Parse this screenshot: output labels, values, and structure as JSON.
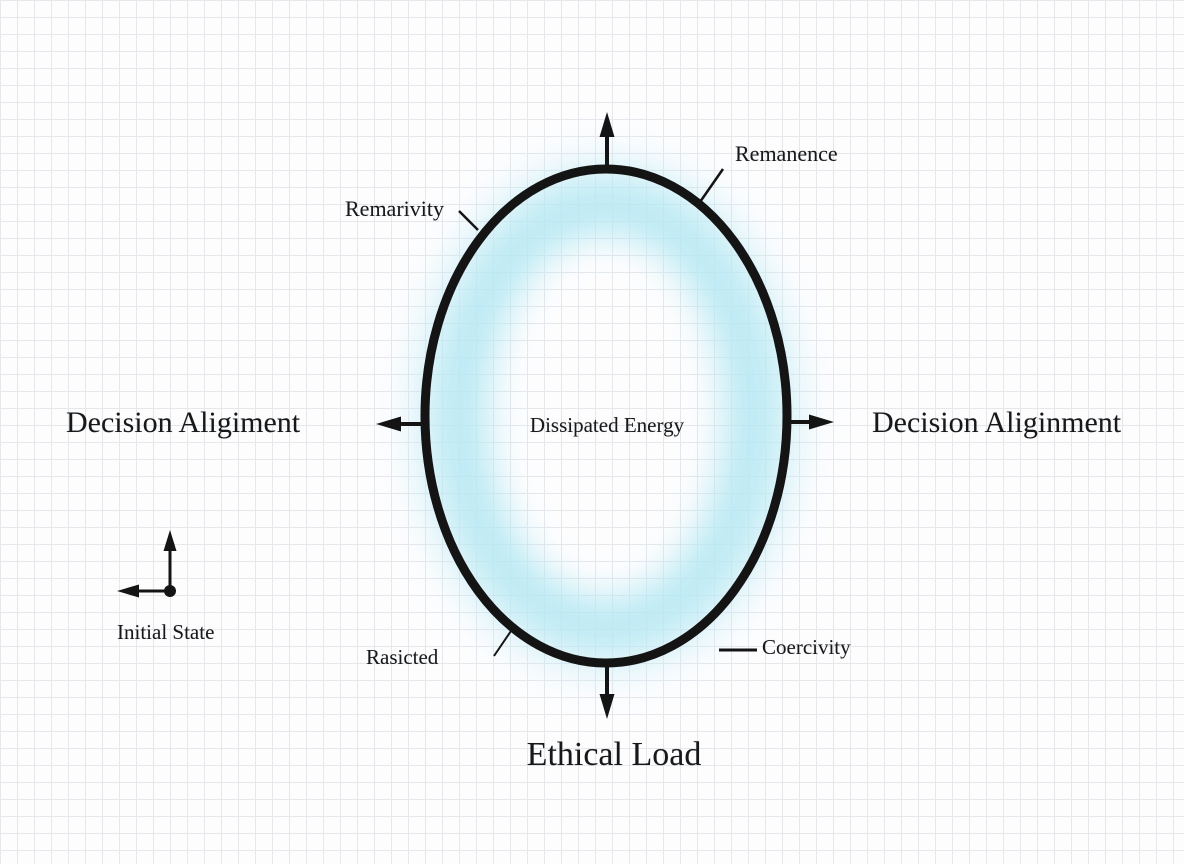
{
  "diagram": {
    "type": "annotated-ellipse-loop-diagram",
    "background": "graph-paper-grid",
    "labels": {
      "remanence": "Remanence",
      "remarivity": "Remarivity",
      "decision_left": "Decision Aligiment",
      "decision_right": "Decision Aliginment",
      "center": "Dissipated Energy",
      "initial_state": "Initial State",
      "rasicted": "Rasicted",
      "coercivity": "Coercivity",
      "ethical_load": "Ethical Load"
    },
    "colors": {
      "line": "#141414",
      "glow_cyan": "#b5e8f3",
      "glow_halo": "#cdeef7",
      "grid": "#e5e7eb",
      "background": "#fdfdfe"
    }
  }
}
